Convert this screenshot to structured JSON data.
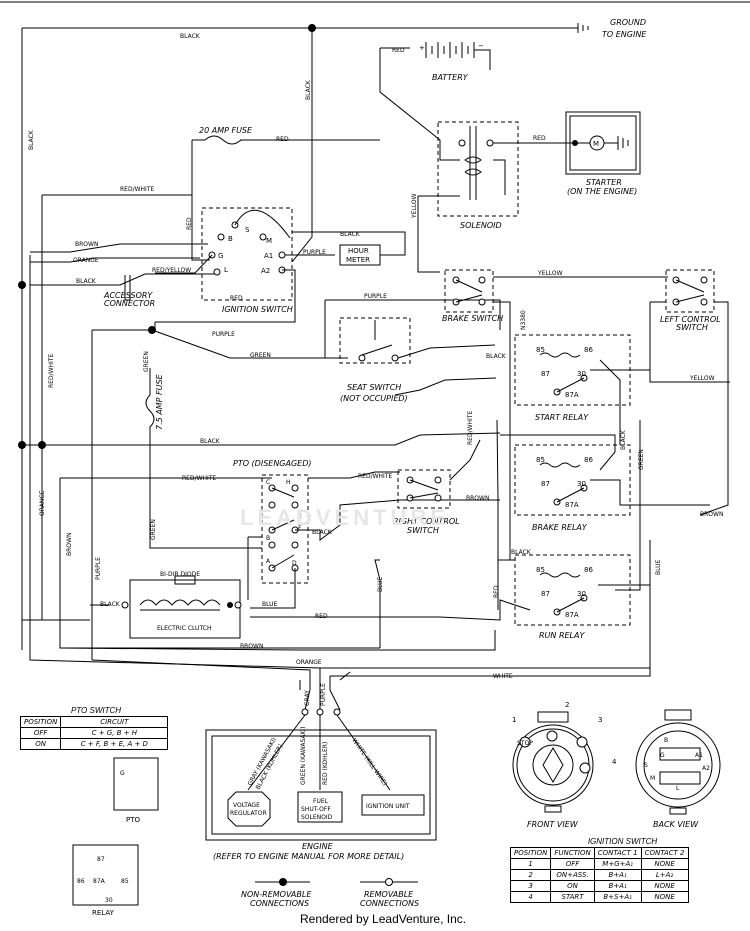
{
  "labels": {
    "ground": "GROUND",
    "to_engine": "TO ENGINE",
    "battery": "BATTERY",
    "fuse_20": "20 AMP FUSE",
    "fuse_75": "7.5 AMP FUSE",
    "starter": "STARTER",
    "starter_sub": "(ON THE ENGINE)",
    "solenoid": "SOLENOID",
    "ignition_switch": "IGNITION SWITCH",
    "hour_meter_1": "HOUR",
    "hour_meter_2": "METER",
    "accessory_1": "ACCESSORY",
    "accessory_2": "CONNECTOR",
    "brake_switch": "BRAKE SWITCH",
    "left_control_1": "LEFT CONTROL",
    "left_control_2": "SWITCH",
    "seat_switch": "SEAT SWITCH",
    "seat_switch_sub": "(NOT OCCUPIED)",
    "start_relay": "START RELAY",
    "brake_relay": "BRAKE RELAY",
    "run_relay": "RUN RELAY",
    "pto_disengaged": "PTO (DISENGAGED)",
    "right_control_1": "RIGHT CONTROL",
    "right_control_2": "SWITCH",
    "bidir_diode": "BI-DIR DIODE",
    "electric_clutch": "ELECTRIC CLUTCH",
    "engine": "ENGINE",
    "engine_sub": "(REFER TO ENGINE MANUAL FOR MORE DETAIL)",
    "voltage_regulator_1": "VOLTAGE",
    "voltage_regulator_2": "REGULATOR",
    "fuel_1": "FUEL",
    "fuel_2": "SHUT-OFF",
    "fuel_3": "SOLENOID",
    "ignition_unit": "IGNITION UNIT",
    "non_removable_1": "NON-REMOVABLE",
    "non_removable_2": "CONNECTIONS",
    "removable_1": "REMOVABLE",
    "removable_2": "CONNECTIONS",
    "front_view": "FRONT VIEW",
    "back_view": "BACK VIEW",
    "pto_small": "PTO",
    "relay_small": "RELAY",
    "footer": "Rendered by LeadVenture, Inc.",
    "watermark": "LEADVENTURE"
  },
  "wires": {
    "black": "BLACK",
    "red": "RED",
    "red_white": "RED/WHITE",
    "brown": "BROWN",
    "orange": "ORANGE",
    "red_yellow": "RED/YELLOW",
    "purple": "PURPLE",
    "yellow": "YELLOW",
    "green": "GREEN",
    "blue": "BLUE",
    "white": "WHITE",
    "gray": "GRAY",
    "n3380": "N3380",
    "gray_kawasaki": "GRAY (KAWASAKI)",
    "black_kohler": "BLACK (KOHLER)",
    "green_kawasaki": "GREEN (KAWASAKI)",
    "red_kohler": "RED (KOHLER)",
    "white_kill": "WHITE (KILL WIRE)"
  },
  "terminals": {
    "b": "B",
    "s": "S",
    "m": "M",
    "g": "G",
    "l": "L",
    "a1": "A1",
    "a2": "A2",
    "r85": "85",
    "r86": "86",
    "r87": "87",
    "r30": "30",
    "r87a": "87A",
    "pc": "C",
    "pa": "A",
    "pb": "B",
    "pd": "D",
    "pe": "E",
    "pf": "F",
    "ph": "H",
    "plus": "+",
    "minus": "−",
    "mot": "M"
  },
  "pto_table": {
    "title": "PTO SWITCH",
    "headers": [
      "POSITION",
      "CIRCUIT"
    ],
    "rows": [
      [
        "OFF",
        "C + G, B + H"
      ],
      [
        "ON",
        "C + F, B + E, A + D"
      ]
    ]
  },
  "ignition_table": {
    "title": "IGNITION SWITCH",
    "headers": [
      "POSITION",
      "FUNCTION",
      "CONTACT 1",
      "CONTACT 2"
    ],
    "rows": [
      [
        "1",
        "OFF",
        "M+G+A₁",
        "NONE"
      ],
      [
        "2",
        "ON+ASS.",
        "B+A₁",
        "L+A₂"
      ],
      [
        "3",
        "ON",
        "B+A₁",
        "NONE"
      ],
      [
        "4",
        "START",
        "B+S+A₁",
        "NONE"
      ]
    ]
  },
  "switch_views": {
    "positions": [
      "1",
      "2",
      "3",
      "4"
    ],
    "front_icons": [
      "STOP",
      "rabbit-icon",
      "headlight-icon",
      "fuel-icon"
    ],
    "back_pins": [
      "B",
      "G",
      "A1",
      "S",
      "M",
      "L",
      "A2"
    ]
  },
  "colors": {
    "line": "#000000",
    "watermark": "#e6e6e6"
  }
}
